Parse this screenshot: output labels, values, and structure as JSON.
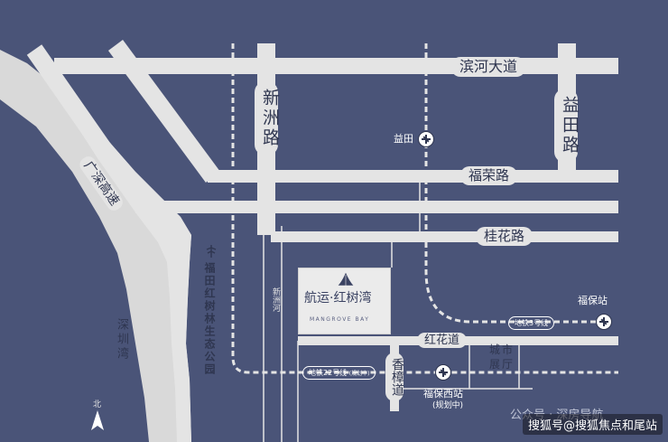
{
  "roads": {
    "binhe": "滨河大道",
    "yitian": "益田路",
    "xinzhou": "新洲路",
    "furong": "福荣路",
    "guihua": "桂花路",
    "guangshen": "广深高速",
    "honghua": "红花道",
    "xiangzhang": "香樟道",
    "xinzhou_river": "新洲河"
  },
  "places": {
    "park": "福田红树林生态公园",
    "bay": "深圳湾",
    "expo": "城市展厅"
  },
  "stations": {
    "yitian": "益田",
    "fubao": "福保站",
    "fubaoxi": "福保西站",
    "fubaoxi_note": "(规划中)"
  },
  "metro_lines": {
    "line3": "地铁3号线",
    "line22": "地铁22号线",
    "line22_note": "(规划中)"
  },
  "project": {
    "name": "航运·红树湾",
    "name_en": "MANGROVE BAY"
  },
  "north_label": "北",
  "watermarks": {
    "wechat": "公众号 · 深房导航",
    "sohu": "搜狐号@搜狐焦点和尾站"
  },
  "colors": {
    "background": "#4a5478",
    "road": "#e4e4e4",
    "text": "#2f3650",
    "metro_line": "#e4e4e4"
  },
  "icons": {
    "metro": "metro-station-icon",
    "park": "park-icon",
    "project": "sailboat-logo-icon",
    "north": "north-arrow-icon"
  }
}
